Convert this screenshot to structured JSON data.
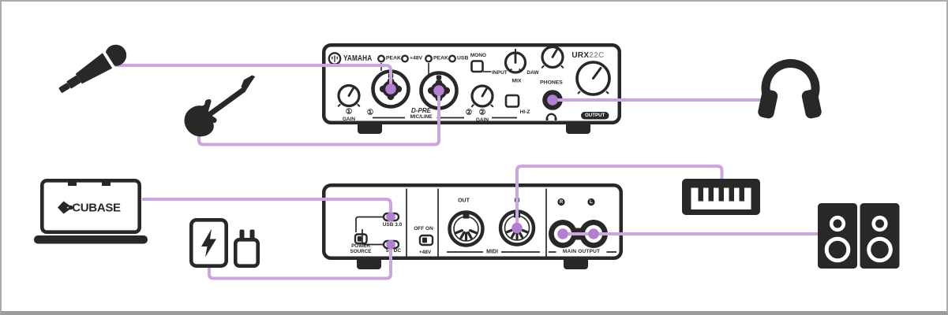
{
  "palette": {
    "ink": "#282828",
    "cable": "#cba4e0",
    "plug_dot": "#b37fd0",
    "frame_border": "#ababab",
    "model_suffix_color": "#9a9a9a"
  },
  "front_panel": {
    "brand": "YAMAHA",
    "model_prefix": "URX",
    "model_suffix": "22C",
    "leds": [
      {
        "label": "PEAK"
      },
      {
        "label": "+48V"
      },
      {
        "label": "PEAK"
      },
      {
        "label": "USB"
      }
    ],
    "gain1_number": "①",
    "gain1_label": "GAIN",
    "input1_number": "①",
    "input2_number": "②",
    "preamp": "D-PRE",
    "mic_line": "MIC/LINE",
    "mono": "MONO",
    "input": "INPUT",
    "daw": "DAW",
    "mix": "MIX",
    "gain2_number": "②",
    "gain2_label": "GAIN",
    "hi_z": "HI-Z",
    "phones": "PHONES",
    "output": "OUTPUT"
  },
  "rear_panel": {
    "usb": "USB 3.0",
    "power_line1": "POWER",
    "power_line2": "SOURCE",
    "dc": "5V DC",
    "off_on": "OFF ON",
    "phantom": "+48V",
    "midi_out": "OUT",
    "midi_in": "IN",
    "midi": "MIDI",
    "right": "R",
    "left": "L",
    "main_output": "MAIN OUTPUT"
  },
  "devices": {
    "daw_label": "CUBASE"
  },
  "icons": {
    "yamaha-logo-icon": "svg-shape",
    "microphone-icon": "svg-shape",
    "electric-guitar-icon": "svg-shape",
    "headphones-icon": "svg-shape",
    "laptop-icon": "svg-shape",
    "cubase-logo-icon": "svg-shape",
    "power-bank-icon": "svg-shape",
    "usb-power-adapter-icon": "svg-shape",
    "midi-keyboard-icon": "svg-shape",
    "speakers-icon": "svg-shape",
    "headphone-symbol-icon": "svg-shape"
  }
}
